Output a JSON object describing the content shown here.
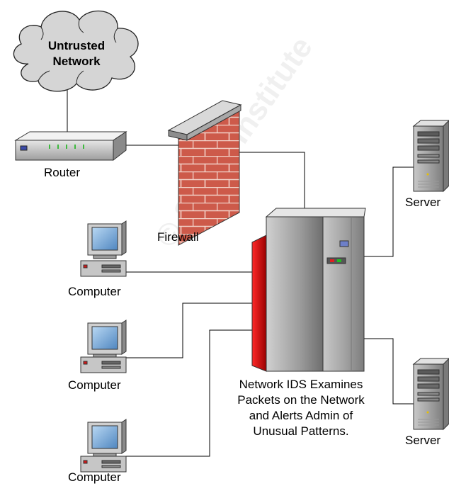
{
  "cloud": {
    "line1": "Untrusted",
    "line2": "Network"
  },
  "labels": {
    "router": "Router",
    "firewall": "Firewall",
    "server_top": "Server",
    "server_bottom": "Server",
    "computer_1": "Computer",
    "computer_2": "Computer",
    "computer_3": "Computer"
  },
  "ids_caption": {
    "line1": "Network IDS Examines",
    "line2": "Packets on the Network",
    "line3": "and Alerts Admin of",
    "line4": "Unusual Patterns."
  },
  "watermark": "© SANS Institute",
  "colors": {
    "brick": "#cd5a4a",
    "mortar": "#f2d2c8",
    "chassis": "#9a9a9a",
    "chassis_red": "#d01818",
    "screen": "#6fa7d8"
  }
}
